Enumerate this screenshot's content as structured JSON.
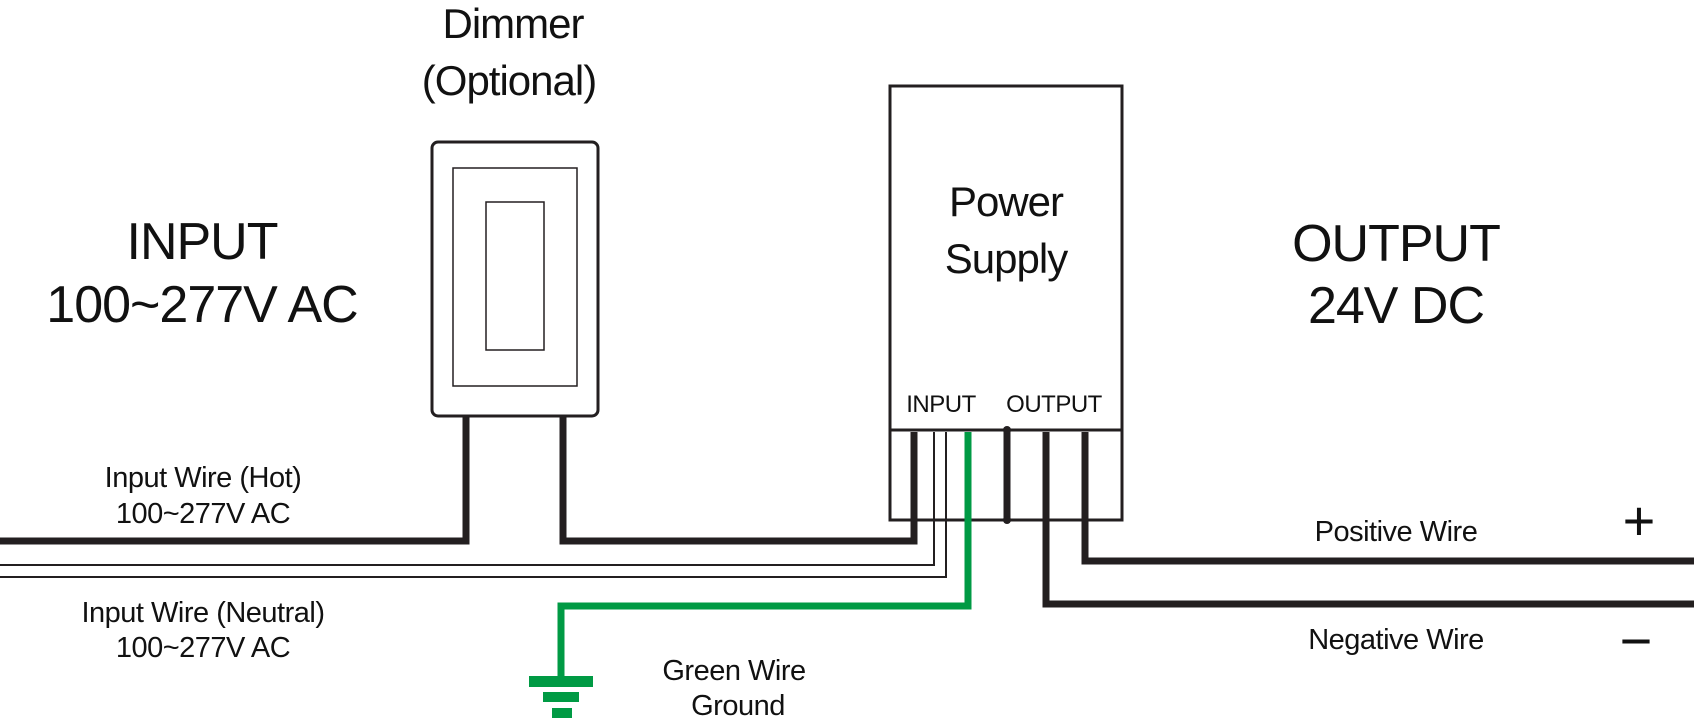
{
  "input_block": {
    "title": "INPUT",
    "voltage": "100~277V AC"
  },
  "dimmer": {
    "title": "Dimmer",
    "subtitle": "(Optional)"
  },
  "power_supply": {
    "line1": "Power",
    "line2": "Supply",
    "input_terminal": "INPUT",
    "output_terminal": "OUTPUT"
  },
  "output_block": {
    "title": "OUTPUT",
    "voltage": "24V DC"
  },
  "wires": {
    "hot": {
      "line1": "Input Wire (Hot)",
      "line2": "100~277V AC"
    },
    "neutral": {
      "line1": "Input Wire (Neutral)",
      "line2": "100~277V AC"
    },
    "ground": {
      "line1": "Green Wire",
      "line2": "Ground"
    },
    "positive": "Positive Wire",
    "negative": "Negative Wire"
  },
  "polarity": {
    "plus": "+",
    "minus": "−"
  },
  "colors": {
    "wire": "#231f20",
    "ground": "#009a44",
    "background": "#ffffff"
  }
}
